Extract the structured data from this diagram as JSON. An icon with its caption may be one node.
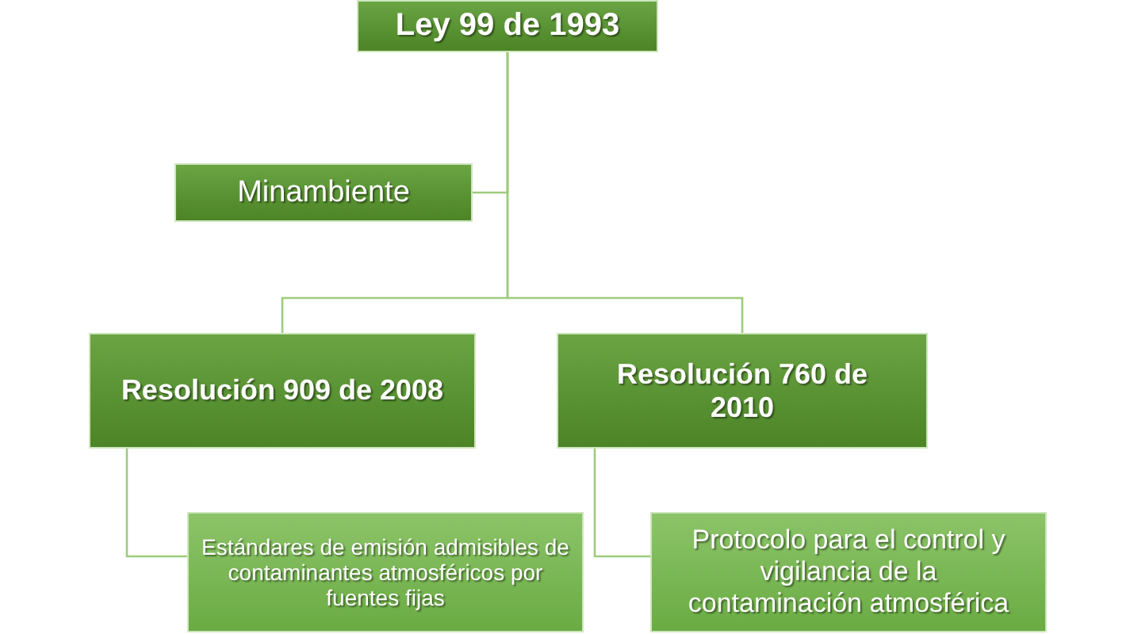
{
  "diagram": {
    "nodes": [
      {
        "text": [
          "Ley 99 de 1993"
        ]
      },
      {
        "text": [
          "Minambiente"
        ]
      },
      {
        "text": [
          "Resolución 909 de 2008"
        ]
      },
      {
        "text": [
          "Resolución 760 de 2010"
        ]
      },
      {
        "text": [
          "Estándares de emisión admisibles de contaminantes atmosféricos por fuentes fijas"
        ]
      },
      {
        "text": [
          "Protocolo para el control y vigilancia de la contaminación atmosférica"
        ]
      }
    ],
    "edges": [
      {
        "from": 0,
        "to": 1,
        "arrow": "none"
      },
      {
        "from": 0,
        "to": 2,
        "arrow": "none"
      },
      {
        "from": 0,
        "to": 3,
        "arrow": "none"
      },
      {
        "from": 2,
        "to": 4,
        "arrow": "none"
      },
      {
        "from": 3,
        "to": 5,
        "arrow": "none"
      }
    ]
  }
}
